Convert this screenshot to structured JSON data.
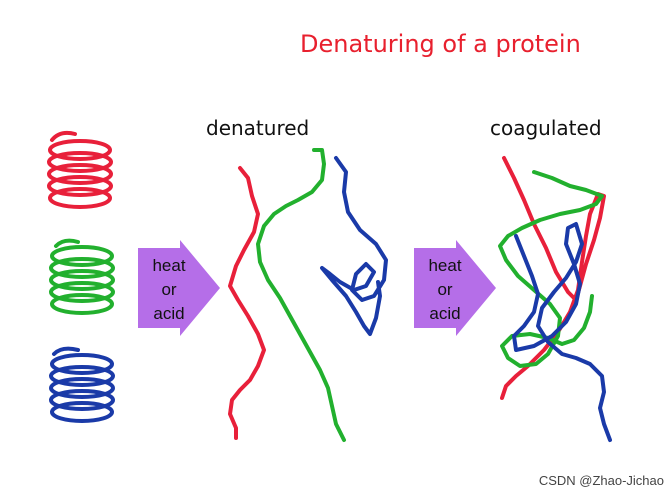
{
  "title": "Denaturing of a protein",
  "labels": {
    "denatured": "denatured",
    "coagulated": "coagulated"
  },
  "arrows": [
    {
      "line1": "heat",
      "line2": "or",
      "line3": "acid"
    },
    {
      "line1": "heat",
      "line2": "or",
      "line3": "acid"
    }
  ],
  "watermark": "CSDN @Zhao-Jichao",
  "colors": {
    "title": "#e8202e",
    "red": "#e8203a",
    "green": "#22b02e",
    "blue": "#1a3aa8",
    "arrow": "#b56ee8"
  }
}
